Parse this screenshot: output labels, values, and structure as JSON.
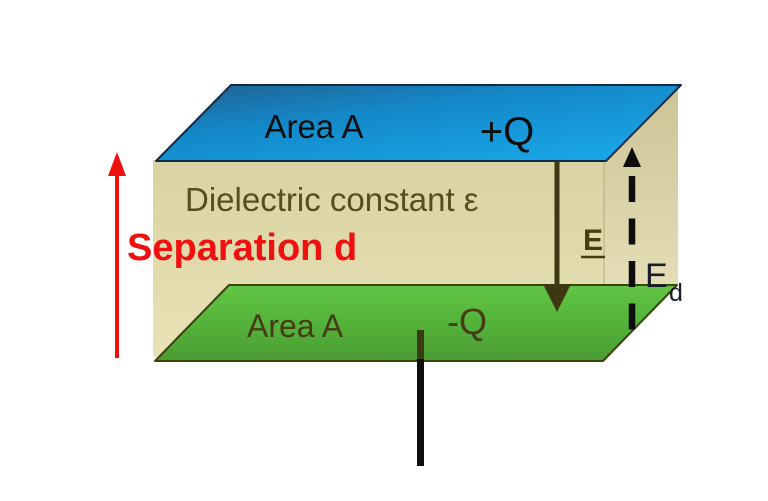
{
  "diagram": {
    "labels": {
      "top_plate_area": "Area A",
      "top_plate_charge": "+Q",
      "dielectric": "Dielectric constant ε",
      "separation": "Separation d",
      "bottom_plate_area": "Area A",
      "bottom_plate_charge": "-Q",
      "field_e": "E",
      "field_ed_base": "E",
      "field_ed_sub": "d"
    },
    "colors": {
      "top_plate_blue": "#1898dc",
      "top_plate_blue_dark": "#21608f",
      "bottom_plate_green": "#55b43c",
      "bottom_plate_green_dark": "#4b9c32",
      "dielectric_tan_light": "#e9e2b5",
      "dielectric_tan_dark": "#ccc496",
      "separation_red": "#f01010",
      "olive_text": "#554e20",
      "arrow_dark_olive": "#3e3812",
      "wire_black": "#0e0e0e",
      "plate_outline_blue": "#122c44",
      "plate_outline_green": "#3c430f"
    }
  }
}
